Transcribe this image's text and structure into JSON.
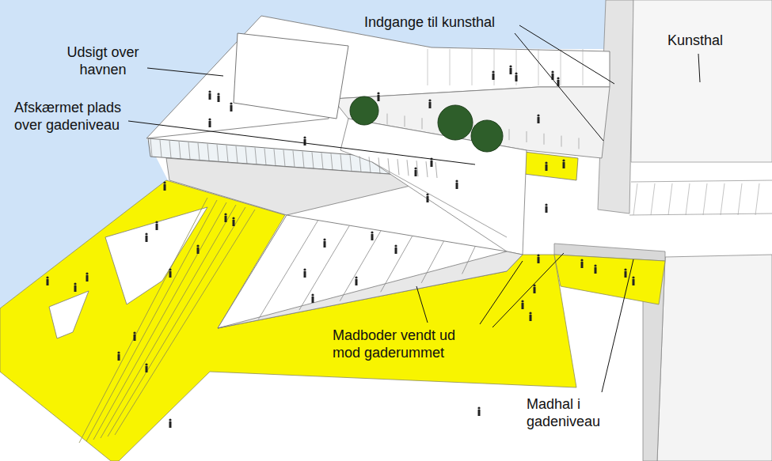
{
  "diagram": {
    "labels": [
      "Indgange til kunsthal",
      "Kunsthal",
      "Udsigt over havnen",
      "Afskærmet plads over gadeniveau",
      "Madboder vendt ud mod gaderummet",
      "Madhal i gadeniveau"
    ]
  }
}
